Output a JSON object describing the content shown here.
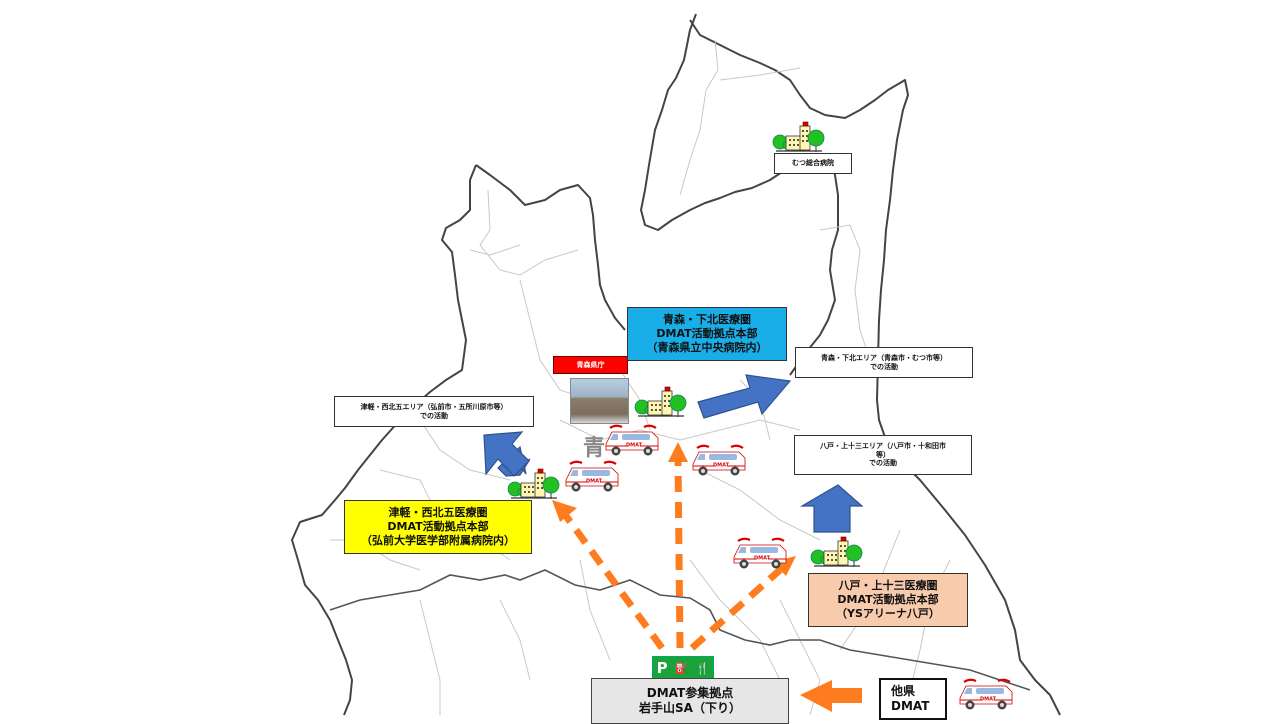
{
  "title": "DMAT活動体制図（青森県）",
  "prefecture_office": {
    "label": "青森県庁"
  },
  "background_kanji": "青",
  "hospitals": {
    "mutsu": {
      "label": "むつ総合病院"
    }
  },
  "headquarters": [
    {
      "id": "aomori-shimokita",
      "lines": [
        "青森・下北医療圏",
        "DMAT活動拠点本部",
        "（青森県立中央病院内）"
      ],
      "color": "#1AAEE8"
    },
    {
      "id": "tsugaru-seihoku",
      "lines": [
        "津軽・西北五医療圏",
        "DMAT活動拠点本部",
        "（弘前大学医学部附属病院内）"
      ],
      "color": "#FFFF00"
    },
    {
      "id": "hachinohe-kamitosan",
      "lines": [
        "八戸・上十三医療圏",
        "DMAT活動拠点本部",
        "（YSアリーナ八戸）"
      ],
      "color": "#F8CBAD"
    }
  ],
  "activity_areas": [
    {
      "id": "aomori-shimokita-area",
      "lines": [
        "青森・下北エリア（青森市・むつ市等）",
        "での活動"
      ]
    },
    {
      "id": "tsugaru-seihoku-area",
      "lines": [
        "津軽・西北五エリア（弘前市・五所川原市等）",
        "での活動"
      ]
    },
    {
      "id": "hachinohe-area",
      "lines": [
        "八戸・上十三エリア（八戸市・十和田市",
        "等）",
        "での活動"
      ]
    }
  ],
  "staging": {
    "lines": [
      "DMAT参集拠点",
      "岩手山SA（下り）"
    ],
    "sign": [
      "P",
      "⛽",
      "🍴"
    ]
  },
  "other_pref": {
    "lines": [
      "他県",
      "DMAT"
    ]
  },
  "ambulance_label": "DMAT",
  "colors": {
    "blue_arrow": "#4472C4",
    "orange_arrow": "#FF7C1E",
    "outline": "#444444",
    "borders": "#C8C8C8"
  }
}
